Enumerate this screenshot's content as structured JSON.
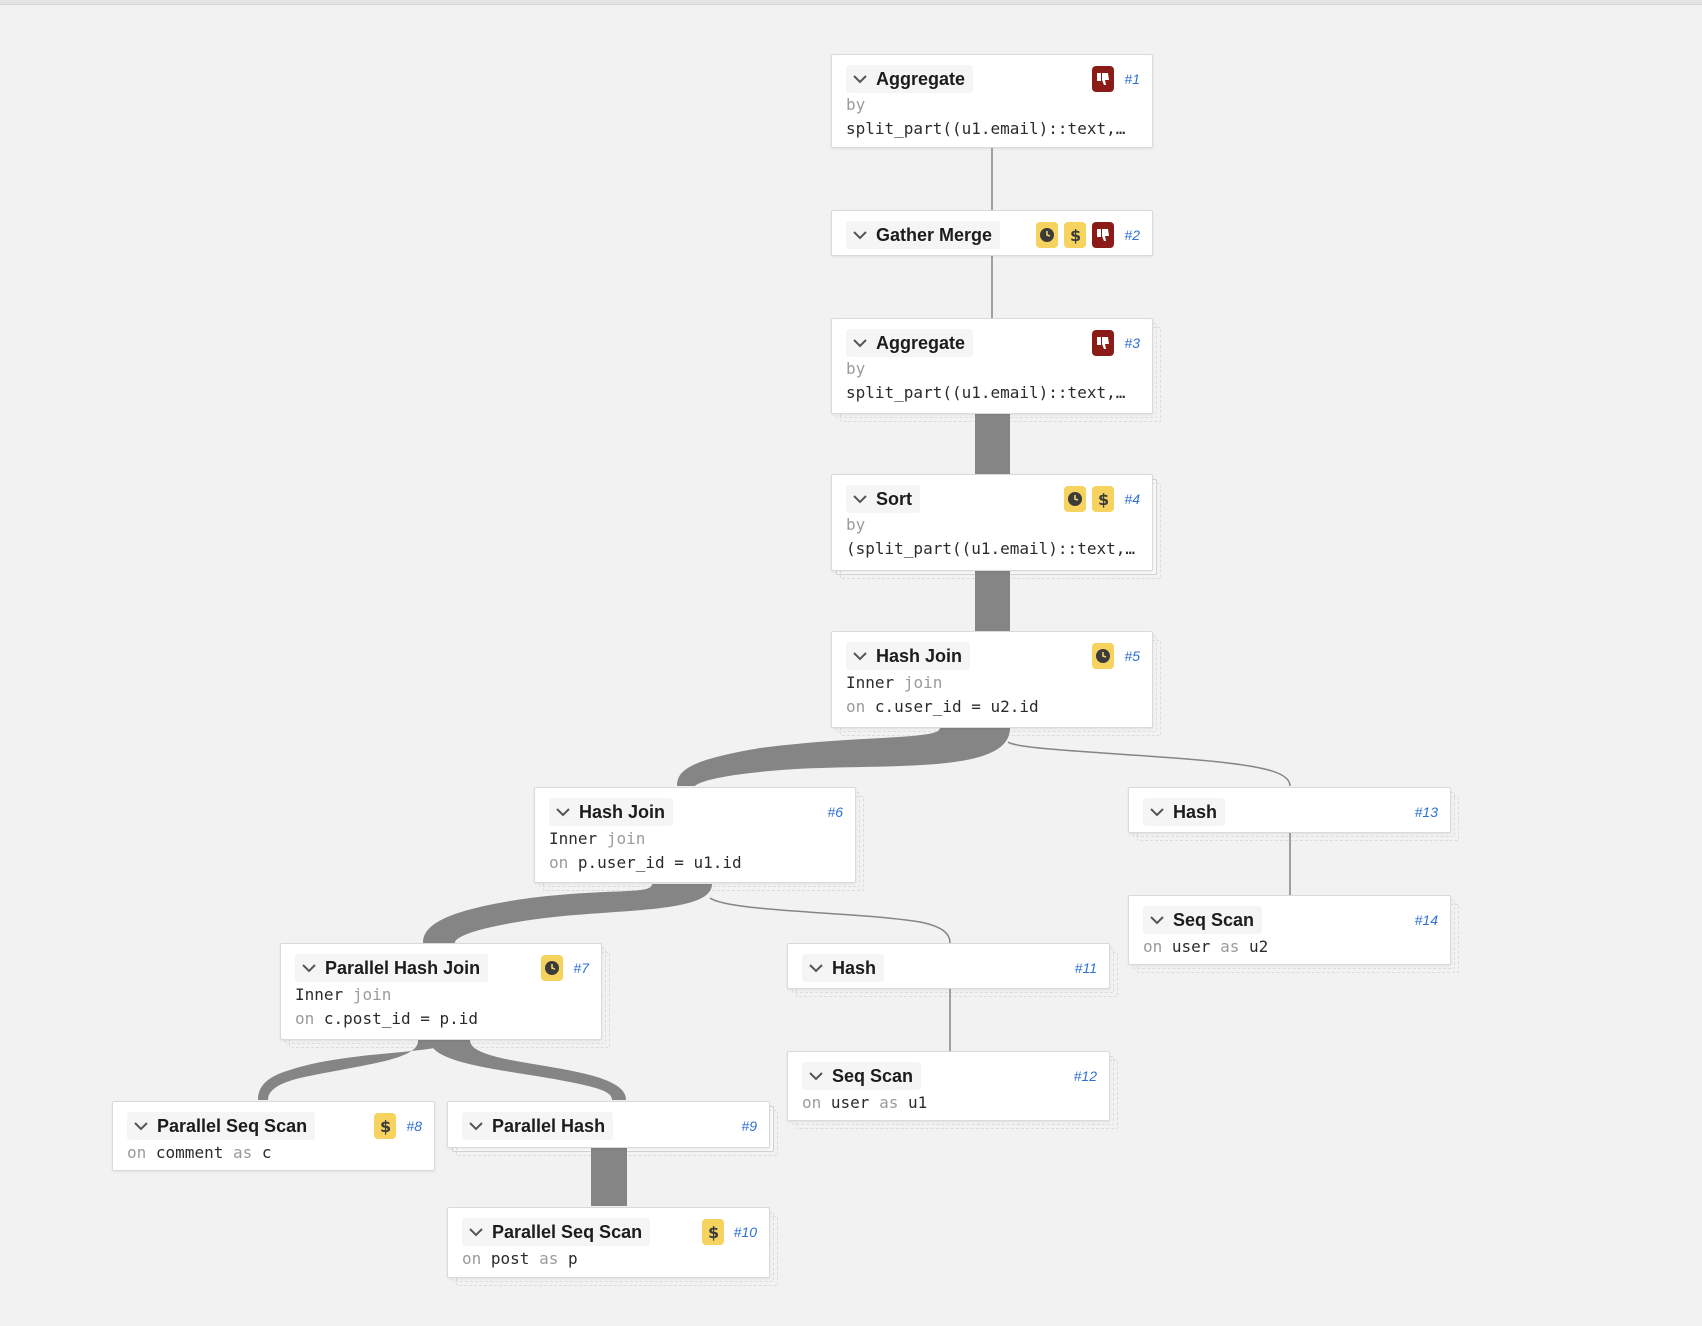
{
  "nodes": {
    "n1": {
      "title": "Aggregate",
      "id_label": "#1",
      "line1": "by",
      "line2": "split_part((u1.email)::text,…"
    },
    "n2": {
      "title": "Gather Merge",
      "id_label": "#2"
    },
    "n3": {
      "title": "Aggregate",
      "id_label": "#3",
      "line1": "by",
      "line2": "split_part((u1.email)::text,…"
    },
    "n4": {
      "title": "Sort",
      "id_label": "#4",
      "line1": "by",
      "line2": "(split_part((u1.email)::text,…"
    },
    "n5": {
      "title": "Hash Join",
      "id_label": "#5",
      "join_type": "Inner",
      "join_word": "join",
      "on_word": "on",
      "cond": "c.user_id = u2.id"
    },
    "n6": {
      "title": "Hash Join",
      "id_label": "#6",
      "join_type": "Inner",
      "join_word": "join",
      "on_word": "on",
      "cond": "p.user_id = u1.id"
    },
    "n7": {
      "title": "Parallel Hash Join",
      "id_label": "#7",
      "join_type": "Inner",
      "join_word": "join",
      "on_word": "on",
      "cond": "c.post_id = p.id"
    },
    "n8": {
      "title": "Parallel Seq Scan",
      "id_label": "#8",
      "on_word": "on",
      "relation": "comment",
      "as_word": "as",
      "alias": "c"
    },
    "n9": {
      "title": "Parallel Hash",
      "id_label": "#9"
    },
    "n10": {
      "title": "Parallel Seq Scan",
      "id_label": "#10",
      "on_word": "on",
      "relation": "post",
      "as_word": "as",
      "alias": "p"
    },
    "n11": {
      "title": "Hash",
      "id_label": "#11"
    },
    "n12": {
      "title": "Seq Scan",
      "id_label": "#12",
      "on_word": "on",
      "relation": "user",
      "as_word": "as",
      "alias": "u1"
    },
    "n13": {
      "title": "Hash",
      "id_label": "#13"
    },
    "n14": {
      "title": "Seq Scan",
      "id_label": "#14",
      "on_word": "on",
      "relation": "user",
      "as_word": "as",
      "alias": "u2"
    }
  },
  "badges": {
    "n1": [
      "bad"
    ],
    "n2": [
      "time",
      "cost",
      "bad"
    ],
    "n3": [
      "bad"
    ],
    "n4": [
      "time",
      "cost"
    ],
    "n5": [
      "time"
    ],
    "n7": [
      "time"
    ],
    "n8": [
      "cost"
    ],
    "n10": [
      "cost"
    ]
  },
  "icons": {
    "time": "clock-icon",
    "cost": "dollar-icon",
    "bad": "thumbs-down-icon",
    "toggle": "chevron-down-icon"
  },
  "colors": {
    "edge": "#858585",
    "warn_badge": "#f6d35f",
    "bad_badge": "#8b1b17",
    "id_link": "#2f6fd6"
  }
}
